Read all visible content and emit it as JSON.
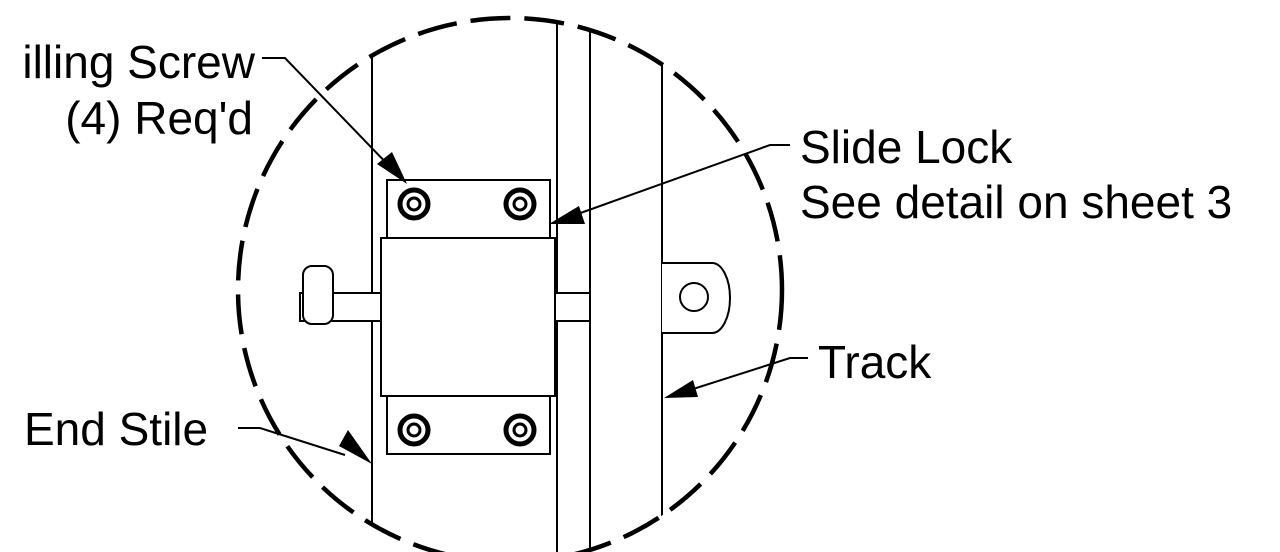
{
  "callouts": {
    "screw_line1": "illing Screw",
    "screw_line2": "(4) Req'd",
    "slide_lock_line1": "Slide Lock",
    "slide_lock_line2": "See detail on sheet 3",
    "track": "Track",
    "end_stile": "End Stile"
  },
  "colors": {
    "line": "#000000",
    "background": "#ffffff"
  }
}
